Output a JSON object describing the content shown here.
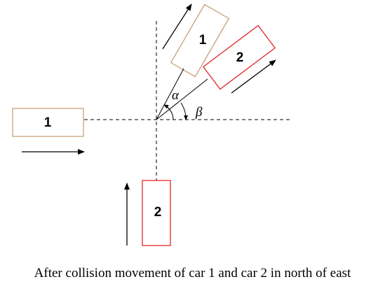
{
  "diagram": {
    "car1_before_label": "1",
    "car2_before_label": "2",
    "car1_after_label": "1",
    "car2_after_label": "2",
    "alpha_label": "α",
    "beta_label": "β",
    "car1_color": "#c8a27a",
    "car2_color": "#e0282d"
  },
  "caption": "After collision movement of car 1 and car 2 in north of east"
}
